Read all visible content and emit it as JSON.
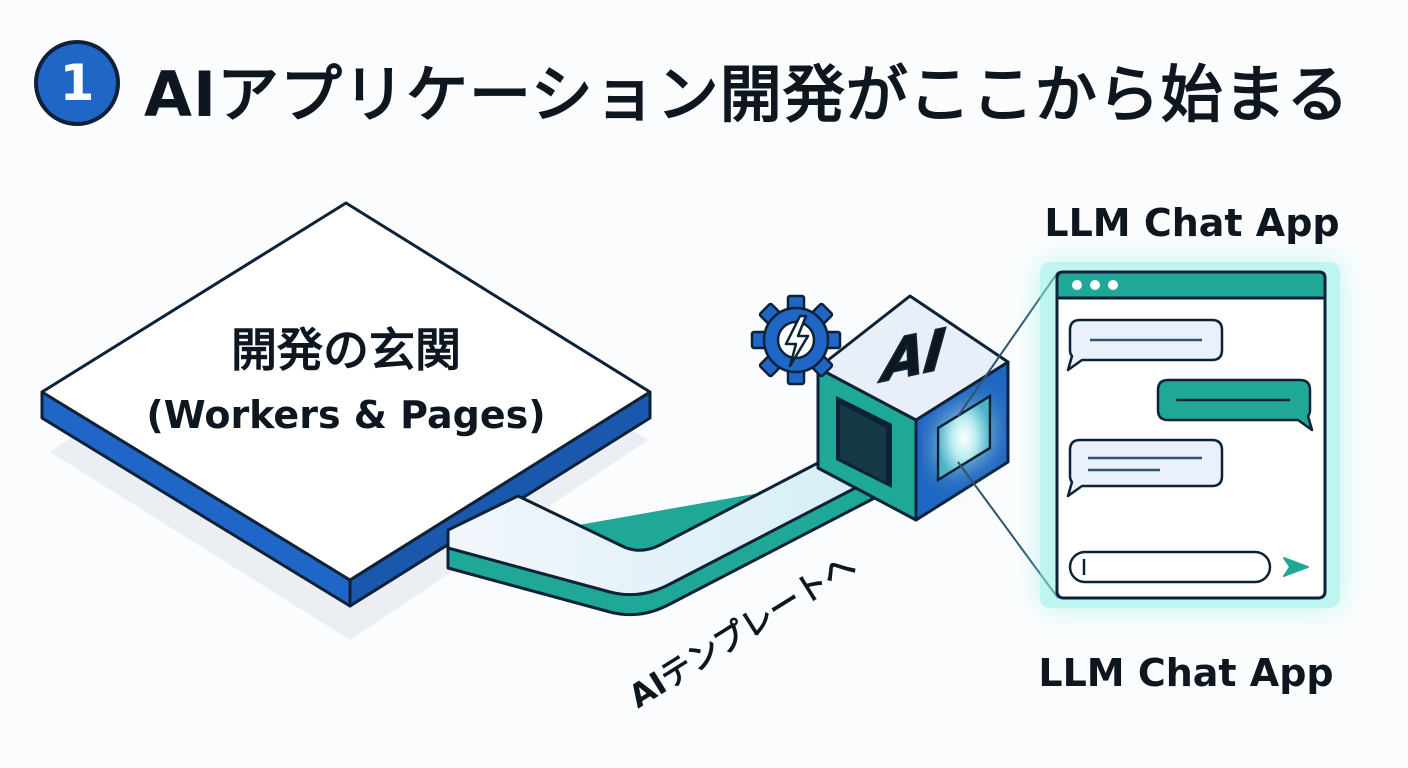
{
  "header": {
    "step_number": "1",
    "title": "AIアプリケーション開発がここから始まる"
  },
  "platform": {
    "title": "開発の玄関",
    "subtitle": "(Workers & Pages)"
  },
  "ai_cube": {
    "label": "AI"
  },
  "path_label": "AIテンプレートへ",
  "chat_app": {
    "label_top": "LLM Chat App",
    "label_bottom": "LLM Chat App"
  },
  "colors": {
    "primary_blue": "#1f66c6",
    "teal": "#1fa898",
    "dark_outline": "#0e2237",
    "light_panel": "#e9eff8"
  },
  "icons": [
    "gear-lightning-icon",
    "send-icon",
    "window-dots-icon"
  ]
}
